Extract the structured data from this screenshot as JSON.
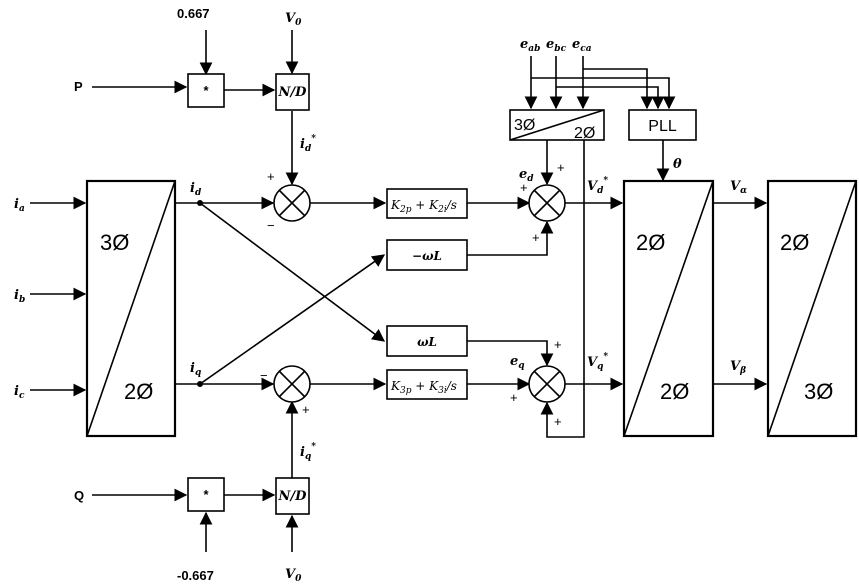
{
  "inputs": {
    "P": "P",
    "Q": "Q",
    "p_gain": "0.667",
    "q_gain": "-0.667",
    "v0_top": "V",
    "v0_top_sub": "0",
    "v0_bot": "V",
    "v0_bot_sub": "0",
    "ia": "i",
    "ia_sub": "a",
    "ib": "i",
    "ib_sub": "b",
    "ic": "i",
    "ic_sub": "c",
    "eab": "e",
    "eab_sub": "ab",
    "ebc": "e",
    "ebc_sub": "bc",
    "eca": "e",
    "eca_sub": "ca"
  },
  "blocks": {
    "mult_symbol": "*",
    "nd_label": "N/D",
    "abc_top": "3Ø",
    "abc_bot": "2Ø",
    "e_abc_top": "3Ø",
    "e_abc_bot": "2Ø",
    "pll": "PLL",
    "dq_top": "2Ø",
    "dq_bot": "2Ø",
    "ab_top": "2Ø",
    "ab_bot": "3Ø",
    "pi_d_a": "K",
    "pi_d_a_sub": "2p",
    "pi_d_mid": " + K",
    "pi_d_b_sub": "2i",
    "pi_d_end": "/s",
    "pi_q_a": "K",
    "pi_q_a_sub": "3p",
    "pi_q_mid": " + K",
    "pi_q_b_sub": "3i",
    "pi_q_end": "/s",
    "neg_wl": "−ωL",
    "wl": "ωL"
  },
  "signals": {
    "id": "i",
    "id_sub": "d",
    "iq": "i",
    "iq_sub": "q",
    "id_ref": "i",
    "id_ref_sub": "d",
    "id_ref_sup": "*",
    "iq_ref": "i",
    "iq_ref_sub": "q",
    "iq_ref_sup": "*",
    "ed": "e",
    "ed_sub": "d",
    "eq": "e",
    "eq_sub": "q",
    "vd_ref": "V",
    "vd_ref_sub": "d",
    "vd_ref_sup": "*",
    "vq_ref": "V",
    "vq_ref_sub": "q",
    "vq_ref_sup": "*",
    "theta": "θ",
    "valpha": "V",
    "valpha_sub": "α",
    "vbeta": "V",
    "vbeta_sub": "β"
  },
  "signs": {
    "plus": "+",
    "minus": "−"
  }
}
